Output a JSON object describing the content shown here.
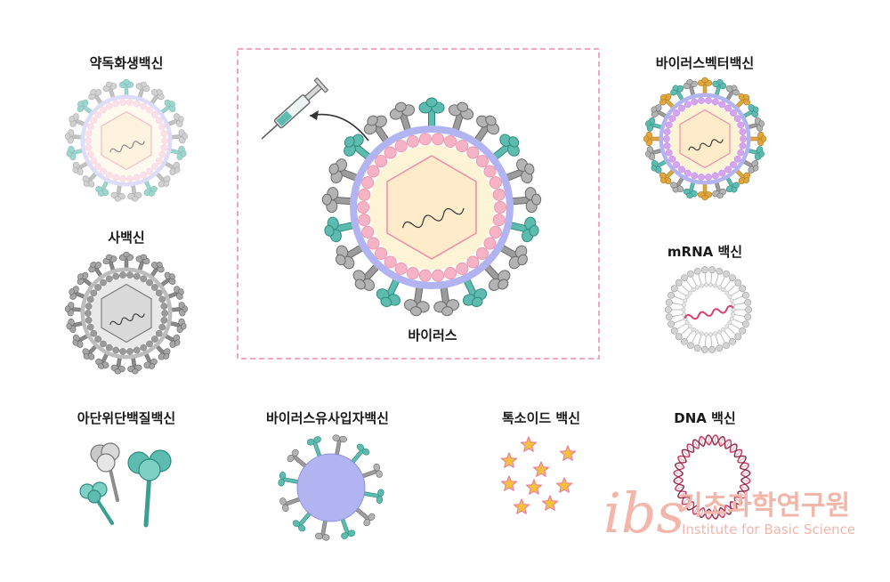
{
  "labels": {
    "attenuated": "약독화생백신",
    "inactivated": "사백신",
    "virus": "바이러스",
    "viral_vector": "바이러스벡터백신",
    "mrna": "mRNA 백신",
    "subunit": "아단위단백질백신",
    "vlp": "바이러스유사입자백신",
    "toxoid": "톡소이드 백신",
    "dna": "DNA 백신"
  },
  "logo": {
    "mark": "ibs",
    "korean_name": "기초과학연구원",
    "english_name": "Institute for Basic Science"
  },
  "colors": {
    "envelope": "#b2b3f1",
    "capsid_fill": "#fdebc9",
    "capsid_stroke": "#f08aa5",
    "bead": "#f6b3c6",
    "spike_teal": "#5dbcaf",
    "spike_gray": "#9c9c9c",
    "spike_gold": "#e1a63c",
    "dashed_frame": "#f08aa5",
    "star": "#f6c23c",
    "logo": "#f2b6aa"
  }
}
